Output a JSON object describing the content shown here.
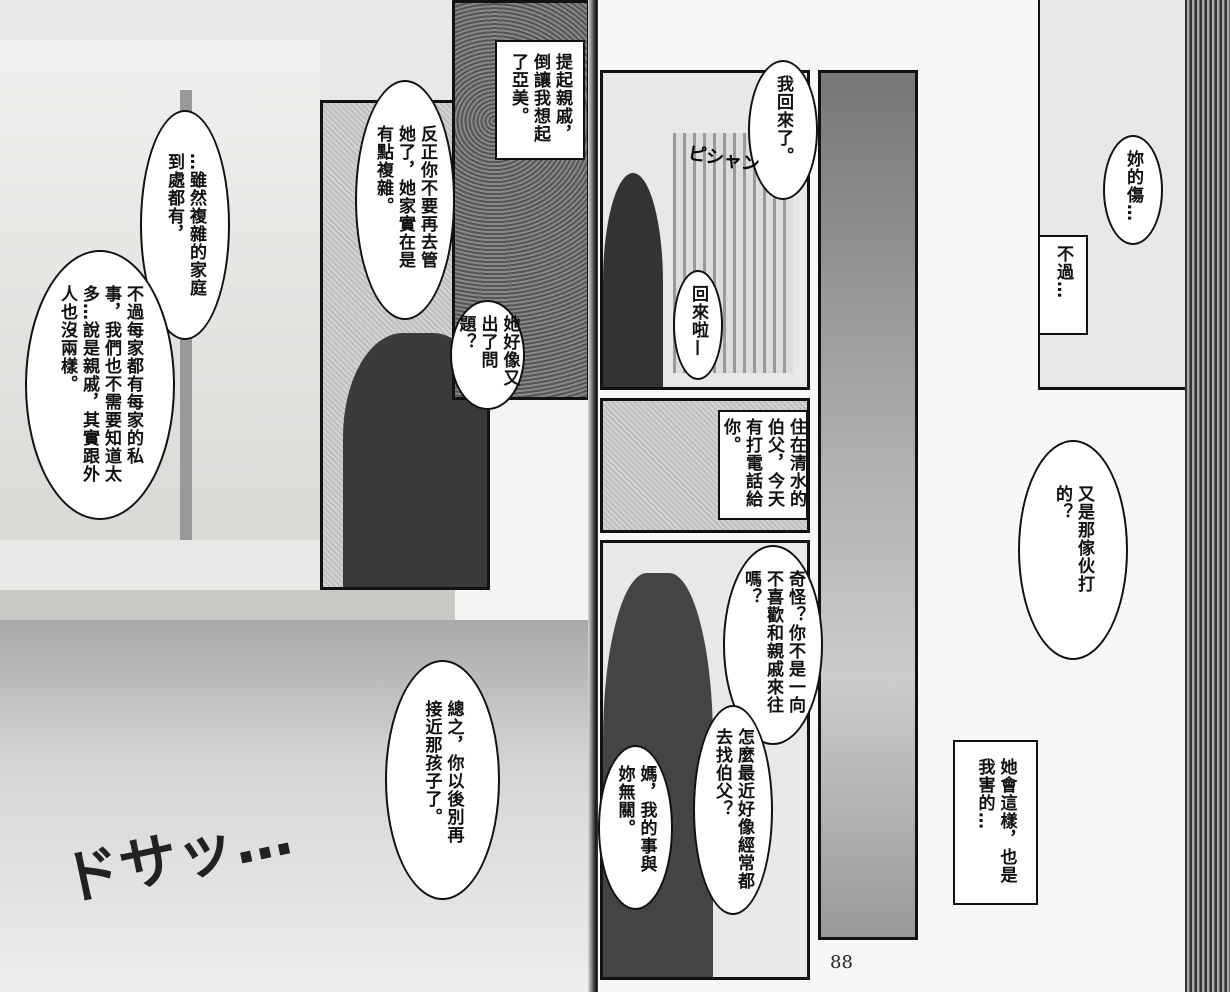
{
  "left_page": {
    "bubbles": [
      "…雖然複雜的家庭\n到處都有，",
      "不過每家都有每家的私事，我們也不需要知道太多…說是親戚，其實跟外人也沒兩樣。",
      "反正你不要再去管她了，她家實在是有點複雜。",
      "提起親戚，倒讓我想起了亞美。",
      "她好像又出了問題？",
      "總之，你以後別再接近那孩子了。"
    ],
    "sfx": "ドサッ…"
  },
  "right_page": {
    "bubbles": [
      "我回來了。",
      "回來啦—",
      "住在清水的伯父，今天有打電話給你。",
      "奇怪？你不是一向不喜歡和親戚來往嗎？",
      "怎麼最近好像經常都去找伯父？",
      "媽，我的事與妳無關。",
      "妳的傷…",
      "不過…",
      "又是那傢伙打的？",
      "她會這樣，也是我害的…"
    ],
    "sfx": "ピシャン",
    "page_number": "88"
  }
}
